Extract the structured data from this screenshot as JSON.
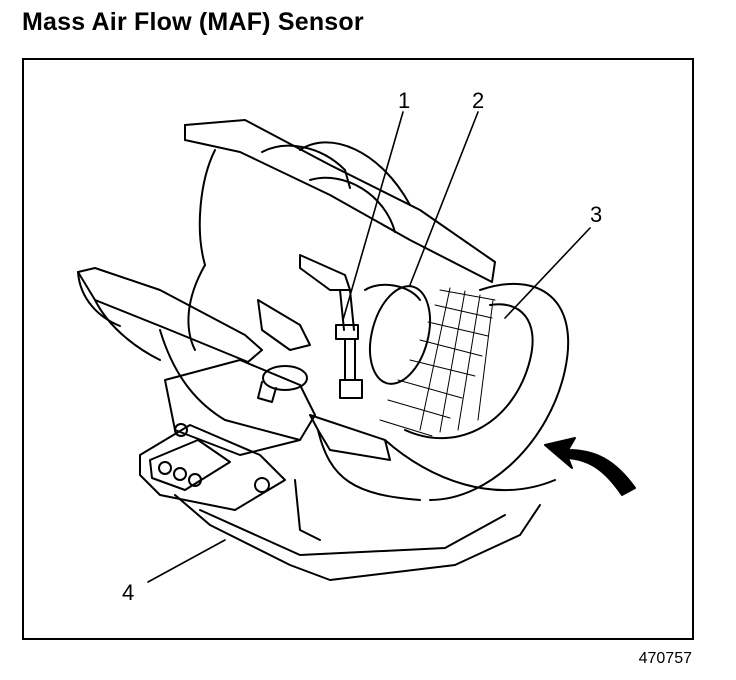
{
  "title": "Mass Air Flow (MAF) Sensor",
  "figure_id": "470757",
  "callouts": [
    {
      "number": "1"
    },
    {
      "number": "2"
    },
    {
      "number": "3"
    },
    {
      "number": "4"
    }
  ]
}
